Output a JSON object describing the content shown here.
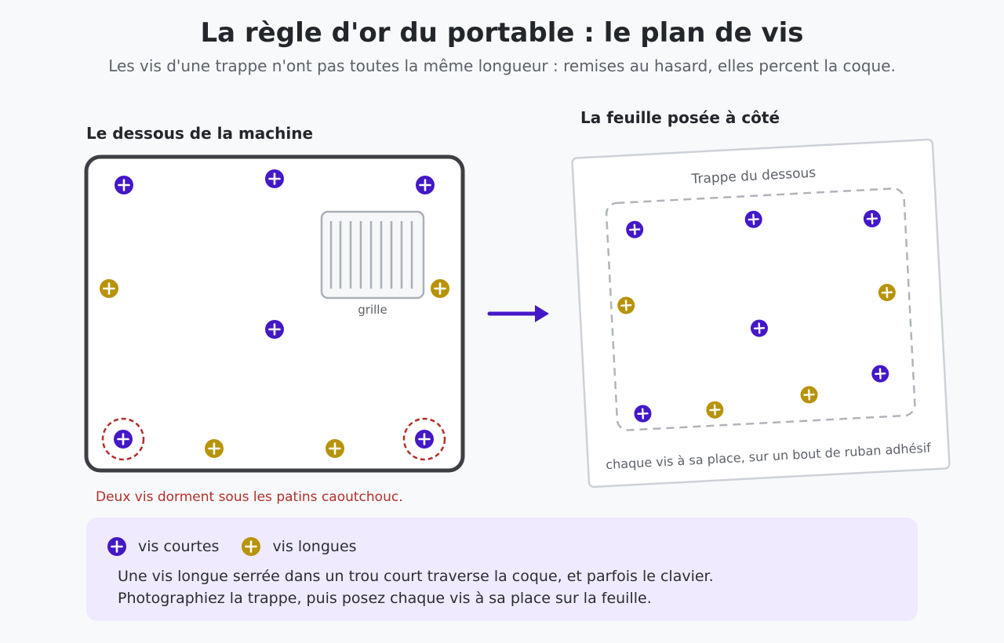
{
  "header": {
    "title": "La règle d'or du portable : le plan de vis",
    "subtitle": "Les vis d'une trappe n'ont pas toutes la même longueur : remises au hasard, elles percent la coque."
  },
  "colors": {
    "short_screw": "#4318c7",
    "long_screw": "#b8930a",
    "warning": "#b0302a",
    "legend_bg": "#efeafd"
  },
  "machine": {
    "heading": "Le dessous de la machine",
    "vent_label": "grille",
    "note": "Deux vis dorment sous les patins caoutchouc."
  },
  "sheet": {
    "heading": "La feuille posée à côté",
    "hatch_label": "Trappe du dessous",
    "caption": "chaque vis à sa place, sur un bout de ruban adhésif"
  },
  "legend": {
    "short_label": "vis courtes",
    "long_label": "vis longues",
    "line1": "Une vis longue serrée dans un trou court traverse la coque, et parfois le clavier.",
    "line2": "Photographiez la trappe, puis posez chaque vis à sa place sur la feuille."
  }
}
